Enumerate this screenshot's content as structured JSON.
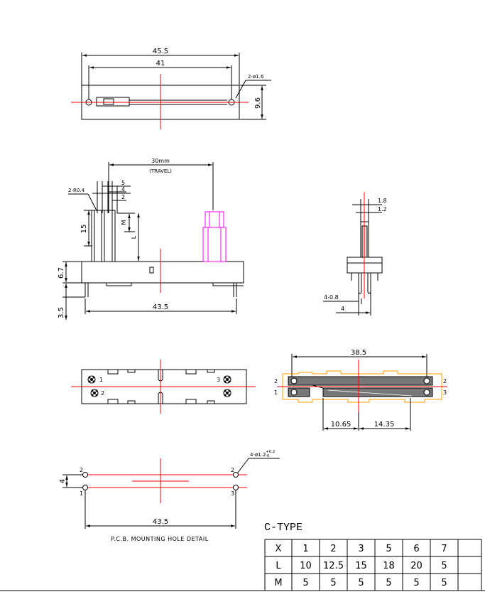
{
  "top_view": {
    "width_overall": "45.5",
    "hole_spacing": "41",
    "hole_note": "2-ø1.6",
    "height": "9.6"
  },
  "side_view": {
    "travel": "30mm",
    "travel_note": "(TRAVEL)",
    "radius_note": "2-R0.4",
    "dim_5": "5",
    "dim_4": "4",
    "dim_2": "2",
    "dim_15": "15",
    "dim_M": "M",
    "dim_L": "L",
    "dim_67": "6.7",
    "dim_35": "3.5",
    "dim_435": "43.5"
  },
  "end_view": {
    "dim_18": "1.8",
    "dim_12": "1.2",
    "pin_note": "4-0.8",
    "pin_spacing": "4"
  },
  "bottom_view": {
    "pin_1": "1",
    "pin_2": "2",
    "pin_3": "3"
  },
  "track_view": {
    "length": "38.5",
    "left_segment": "10.65",
    "right_segment": "14.35",
    "pin_1": "1",
    "pin_2": "2",
    "pin_3": "3"
  },
  "pcb_detail": {
    "hole_note": "4-ø1.2",
    "tol_plus": "+0.2",
    "tol_minus": "-0",
    "row_spacing": "4",
    "hole_spacing": "43.5",
    "caption": "P.C.B. MOUNTING HOLE DETAIL",
    "pin_1": "1",
    "pin_2": "2",
    "pin_3": "3"
  },
  "c_type": {
    "title": "C-TYPE",
    "rows": [
      [
        "X",
        "1",
        "2",
        "3",
        "5",
        "6",
        "7",
        ""
      ],
      [
        "L",
        "10",
        "12.5",
        "15",
        "18",
        "20",
        "5",
        ""
      ],
      [
        "M",
        "5",
        "5",
        "5",
        "5",
        "5",
        "5",
        ""
      ]
    ]
  },
  "colors": {
    "centerline": "#ff0000",
    "actuator": "#ff00ff",
    "pcb_outline": "#ff9900",
    "body_fill": "#777777"
  }
}
